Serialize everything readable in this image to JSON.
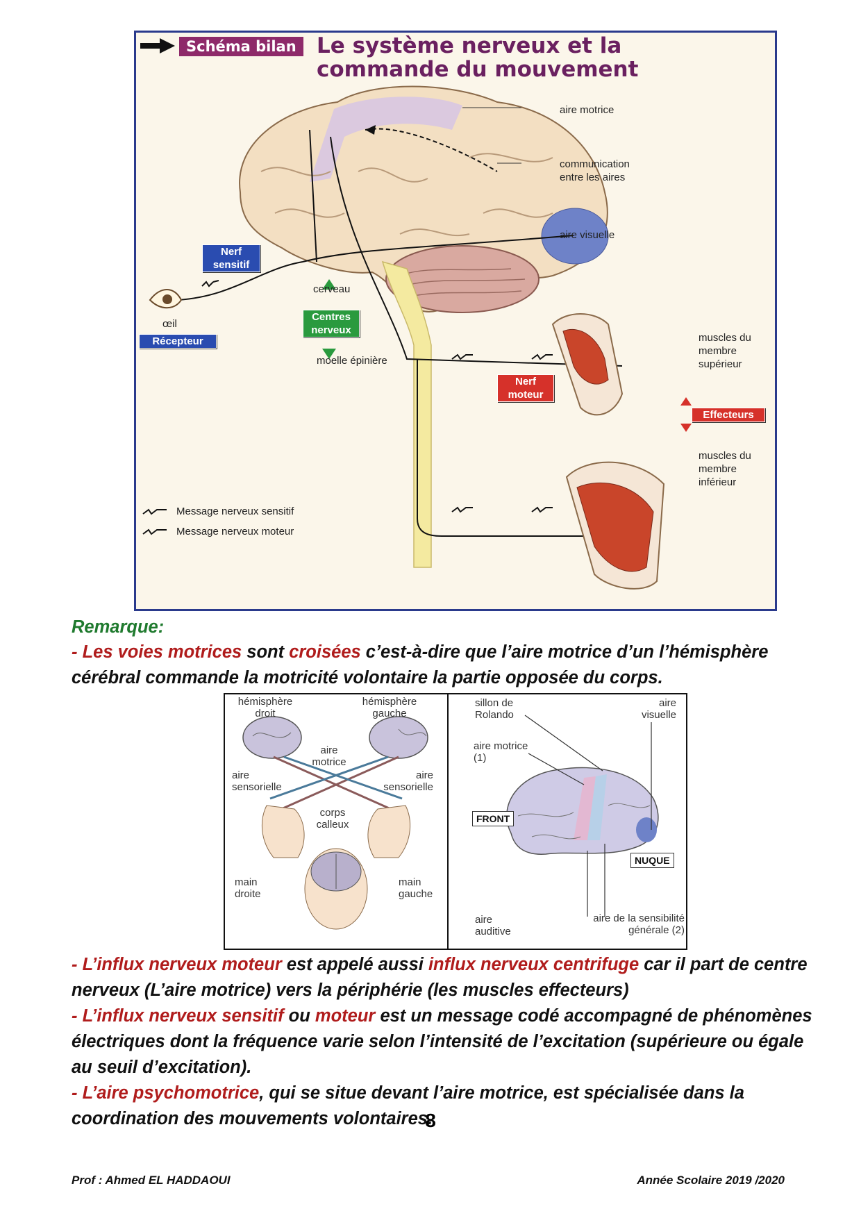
{
  "figure1": {
    "tag": "Schéma bilan",
    "title": "Le système nerveux et la commande du mouvement",
    "labels": {
      "aire_motrice": "aire motrice",
      "communication": "communication entre les aires",
      "aire_visuelle": "aire visuelle",
      "cerveau": "cerveau",
      "oeil": "œil",
      "moelle": "moelle épinière",
      "muscles_sup": "muscles du membre supérieur",
      "muscles_inf": "muscles du membre inférieur"
    },
    "boxes": {
      "nerf_sensitif": "Nerf sensitif",
      "recepteur": "Récepteur",
      "centres": "Centres nerveux",
      "nerf_moteur": "Nerf moteur",
      "effecteurs": "Effecteurs"
    },
    "legend": {
      "sensitif": "Message nerveux sensitif",
      "moteur": "Message nerveux moteur"
    }
  },
  "remarque": {
    "heading": "Remarque:",
    "p1": {
      "dash": "- ",
      "hl1": "Les voies motrices",
      "t1": " sont ",
      "hl2": "croisées",
      "t2": " c’est-à-dire que l’aire motrice  d’un l’hémisphère cérébral commande la motricité volontaire la partie opposée du corps."
    },
    "p2": {
      "dash": "- ",
      "hl1": "L’influx nerveux  moteur",
      "t1": " est appelé aussi  ",
      "hl2": "influx nerveux centrifuge",
      "t2": " car il part  de centre nerveux (L’aire motrice) vers la périphérie (les muscles effecteurs)"
    },
    "p3": {
      "dash": "- ",
      "hl1": "L’influx nerveux  sensitif",
      "t1": " ou ",
      "hl2": "moteur",
      "t2": " est un message codé accompagné de phénomènes électriques dont la fréquence varie selon l’intensité de l’excitation (supérieure ou égale  au seuil d’excitation)."
    },
    "p4": {
      "dash": "- ",
      "hl1": "L’aire psychomotrice",
      "t1": ", qui se situe devant l’aire motrice,  est spécialisée dans la coordination  des mouvements  volontaires."
    }
  },
  "figure2": {
    "left": {
      "hemi_droit": "hémisphère droit",
      "hemi_gauche": "hémisphère gauche",
      "aire_motrice": "aire motrice",
      "aire_sens_l": "aire sensorielle",
      "aire_sens_r": "aire sensorielle",
      "corps_calleux": "corps calleux",
      "main_droite": "main droite",
      "main_gauche": "main gauche"
    },
    "right": {
      "sillon": "sillon de Rolando",
      "aire_visuelle": "aire visuelle",
      "aire_motrice": "aire motrice",
      "aire_motrice_num": "(1)",
      "front": "FRONT",
      "nuque": "NUQUE",
      "aire_auditive": "aire auditive",
      "aire_sensibilite": "aire de la sensibilité générale",
      "aire_sensibilite_num": "(2)"
    }
  },
  "page_number": "8",
  "footer": {
    "left": "Prof : Ahmed EL HADDAOUI",
    "right": "Année Scolaire 2019 /2020"
  }
}
